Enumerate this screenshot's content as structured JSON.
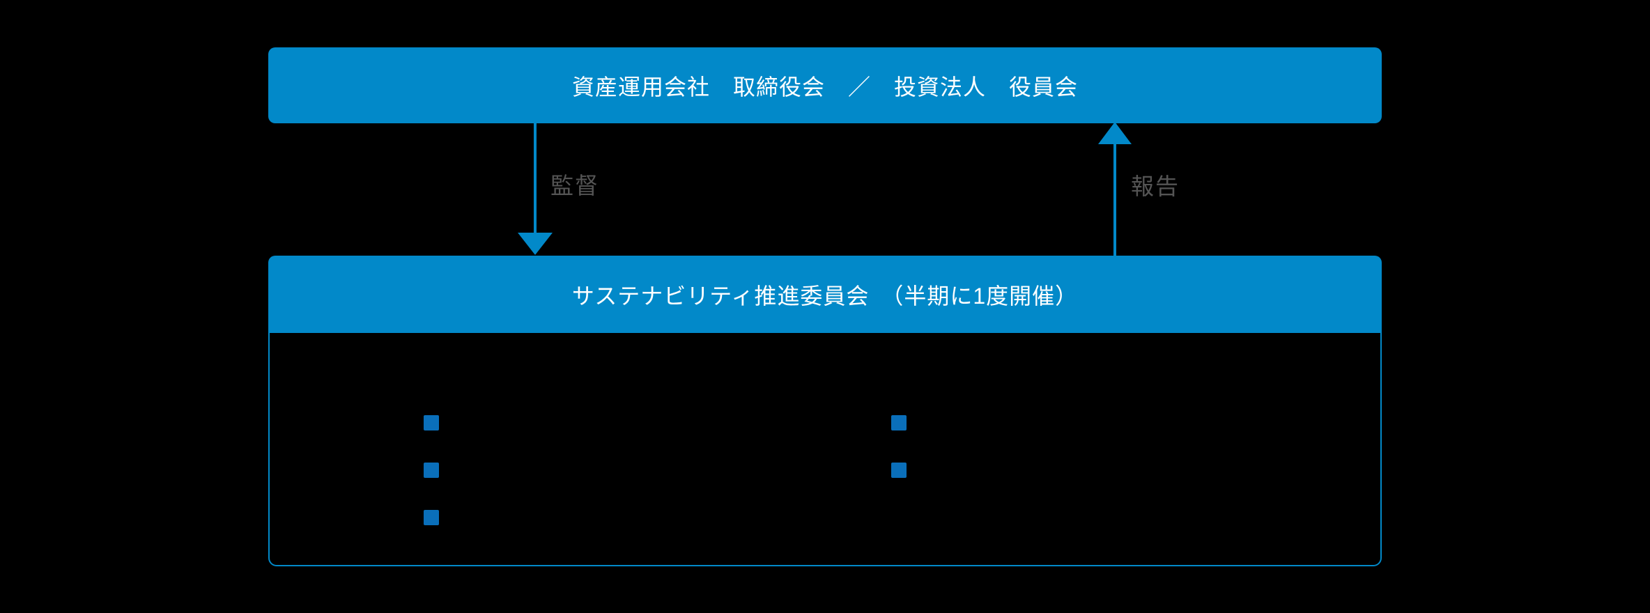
{
  "colors": {
    "background": "#000000",
    "bar_blue": "#0289c9",
    "bullet_blue": "#0a6fba",
    "label_gray": "#545454",
    "bar_text": "#ffffff"
  },
  "top_bar": {
    "label": "資産運用会社　取締役会　／　投資法人　役員会"
  },
  "flows": {
    "supervision": {
      "label": "監督",
      "direction": "down"
    },
    "report": {
      "label": "報告",
      "direction": "up"
    }
  },
  "committee": {
    "header": "サステナビリティ推進委員会　（半期に1度開催）",
    "bullet_columns": [
      {
        "side": "left",
        "bullet_count": 3
      },
      {
        "side": "right",
        "bullet_count": 2
      }
    ]
  }
}
